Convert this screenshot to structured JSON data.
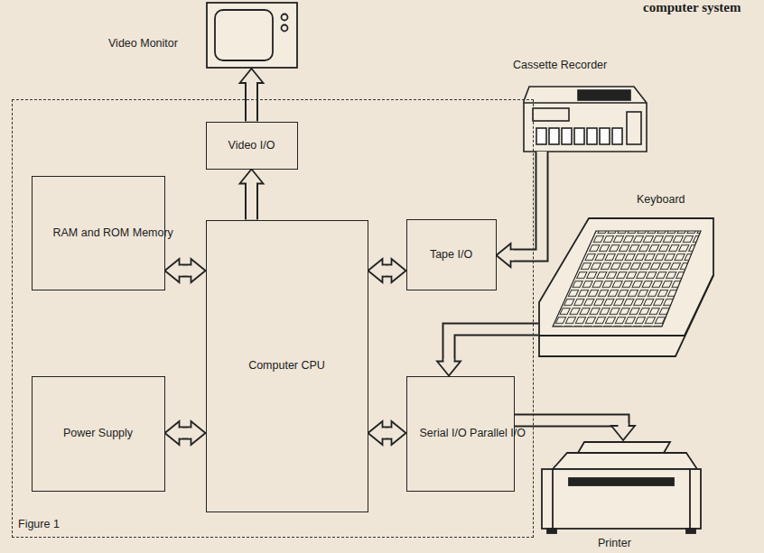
{
  "diagram": {
    "nodes": [
      {
        "text": [
          "Video Monitor"
        ]
      },
      {
        "text": [
          "Cassette Recorder"
        ]
      },
      {
        "text": [
          "Figure 1"
        ]
      },
      {
        "text": [
          "Video I/O"
        ],
        "in": 2
      },
      {
        "text": [
          "RAM and ROM Memory"
        ],
        "in": 2
      },
      {
        "text": [
          "Computer CPU"
        ],
        "in": 2
      },
      {
        "text": [
          "Tape I/O"
        ],
        "in": 2
      },
      {
        "text": [
          "Power Supply"
        ],
        "in": 2
      },
      {
        "text": [
          "Serial I/O Parallel I/O"
        ],
        "in": 2
      },
      {
        "text": [
          "Keyboard"
        ]
      },
      {
        "text": [
          "Printer"
        ]
      }
    ],
    "edges": [
      {
        "from": 3,
        "to": 0,
        "arrow": "to"
      },
      {
        "from": 5,
        "to": 3,
        "arrow": "to"
      },
      {
        "from": 4,
        "to": 5,
        "arrow": "both"
      },
      {
        "from": 5,
        "to": 6,
        "arrow": "both"
      },
      {
        "from": 1,
        "to": 6,
        "arrow": "to"
      },
      {
        "from": 7,
        "to": 5,
        "arrow": "both"
      },
      {
        "from": 5,
        "to": 8,
        "arrow": "both"
      },
      {
        "from": 9,
        "to": 8,
        "arrow": "to"
      },
      {
        "from": 8,
        "to": 10,
        "arrow": "to"
      }
    ],
    "labels": [
      "computer system"
    ]
  }
}
